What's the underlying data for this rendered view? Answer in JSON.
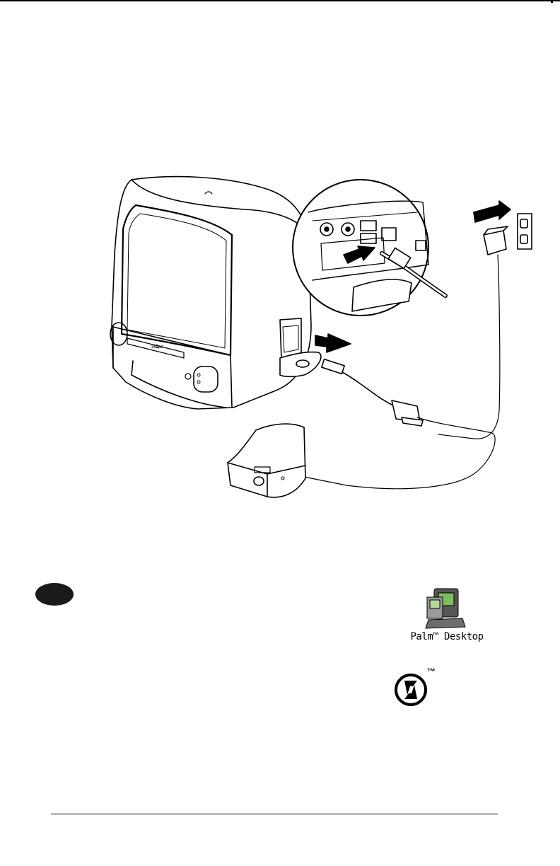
{
  "figure": {
    "device_brand": "iMac"
  },
  "icons": {
    "palm_desktop": {
      "icon": "palm-desktop-app-icon",
      "label": "Palm™ Desktop"
    },
    "hotsync": {
      "icon": "hotsync-logo-icon",
      "trademark": "™"
    }
  },
  "step_marker": {
    "icon": "step-number-badge",
    "color": "#1a1a1a"
  }
}
